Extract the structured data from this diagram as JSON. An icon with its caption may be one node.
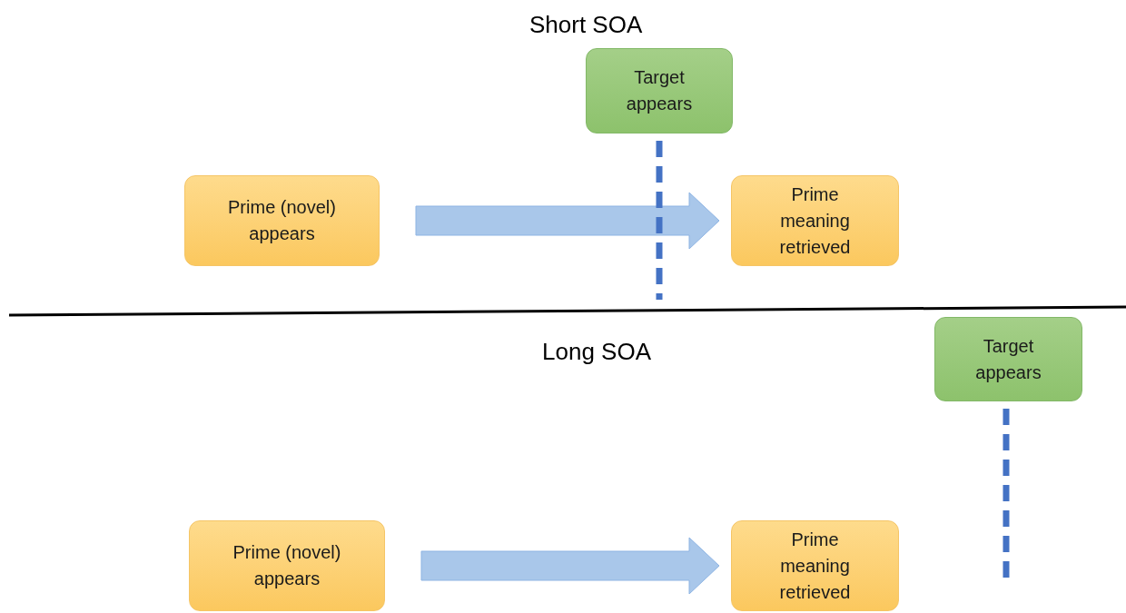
{
  "diagram": {
    "nodes": [
      {
        "text": [
          "Prime (novel) appears"
        ]
      },
      {
        "text": [
          "Prime meaning retrieved"
        ]
      },
      {
        "text": [
          "Target appears"
        ]
      },
      {
        "text": [
          "Prime (novel) appears"
        ]
      },
      {
        "text": [
          "Prime meaning retrieved"
        ]
      },
      {
        "text": [
          "Target appears"
        ]
      }
    ],
    "edges": [
      {
        "from": 0,
        "to": 1,
        "arrow": "to"
      },
      {
        "from": 2,
        "to": null,
        "arrow": "none",
        "style": "dashed",
        "color": "#4472c4"
      },
      {
        "from": 3,
        "to": 4,
        "arrow": "to"
      },
      {
        "from": 5,
        "to": null,
        "arrow": "none",
        "style": "dashed",
        "color": "#4472c4"
      }
    ],
    "labels": [
      "Short SOA",
      "Long SOA"
    ]
  }
}
